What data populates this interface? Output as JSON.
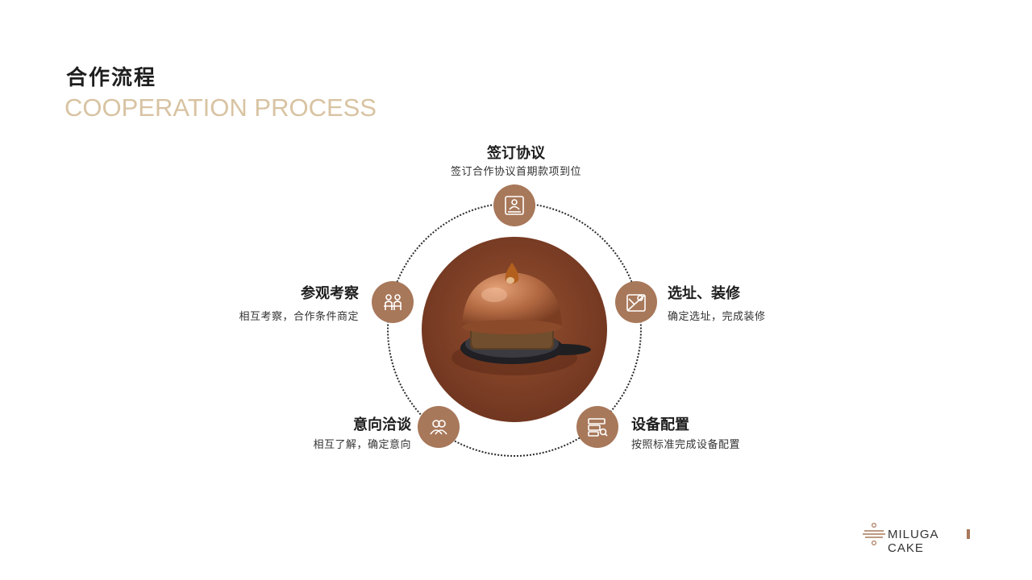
{
  "header": {
    "title_zh": "合作流程",
    "title_en": "COOPERATION PROCESS"
  },
  "steps": [
    {
      "title": "签订协议",
      "desc": "签订合作协议首期款项到位",
      "icon": "contract-icon"
    },
    {
      "title": "选址、装修",
      "desc": "确定选址，完成装修",
      "icon": "map-icon"
    },
    {
      "title": "设备配置",
      "desc": "按照标准完成设备配置",
      "icon": "server-search-icon"
    },
    {
      "title": "意向洽谈",
      "desc": "相互了解，确定意向",
      "icon": "users-icon"
    },
    {
      "title": "参观考察",
      "desc": "相互考察，合作条件商定",
      "icon": "visit-icon"
    }
  ],
  "colors": {
    "accent": "#a8785a",
    "subtitle": "#d8c3a2",
    "dessert_bg": "#7d3f26"
  },
  "logo": {
    "text": "MILUGA CAKE"
  }
}
